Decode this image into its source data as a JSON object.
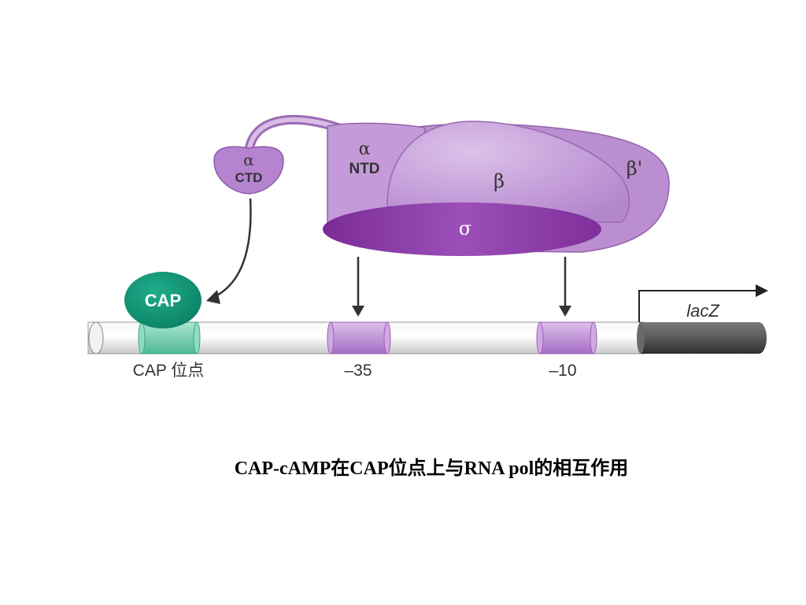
{
  "colors": {
    "polymerase": "#b07fc9",
    "polymerase_light": "#cba6dd",
    "sigma": "#8a3aa5",
    "cap": "#0e9678",
    "cap_site": "#7fd3b5",
    "promoter_element": "#bf8fd6",
    "dna": "#e6e6e6",
    "lacz": "#555555",
    "arrow": "#333333"
  },
  "polymerase": {
    "alpha_ctd": {
      "greek": "α",
      "name": "CTD"
    },
    "alpha_ntd": {
      "greek": "α",
      "name": "NTD"
    },
    "beta": "β",
    "beta_prime": "β'",
    "sigma": "σ"
  },
  "cap_protein": {
    "label": "CAP"
  },
  "dna": {
    "cap_site_label": "CAP 位点",
    "minus35_label": "–35",
    "minus10_label": "–10",
    "gene_label": "lacZ"
  },
  "caption": "CAP-cAMP在CAP位点上与RNA pol的相互作用"
}
